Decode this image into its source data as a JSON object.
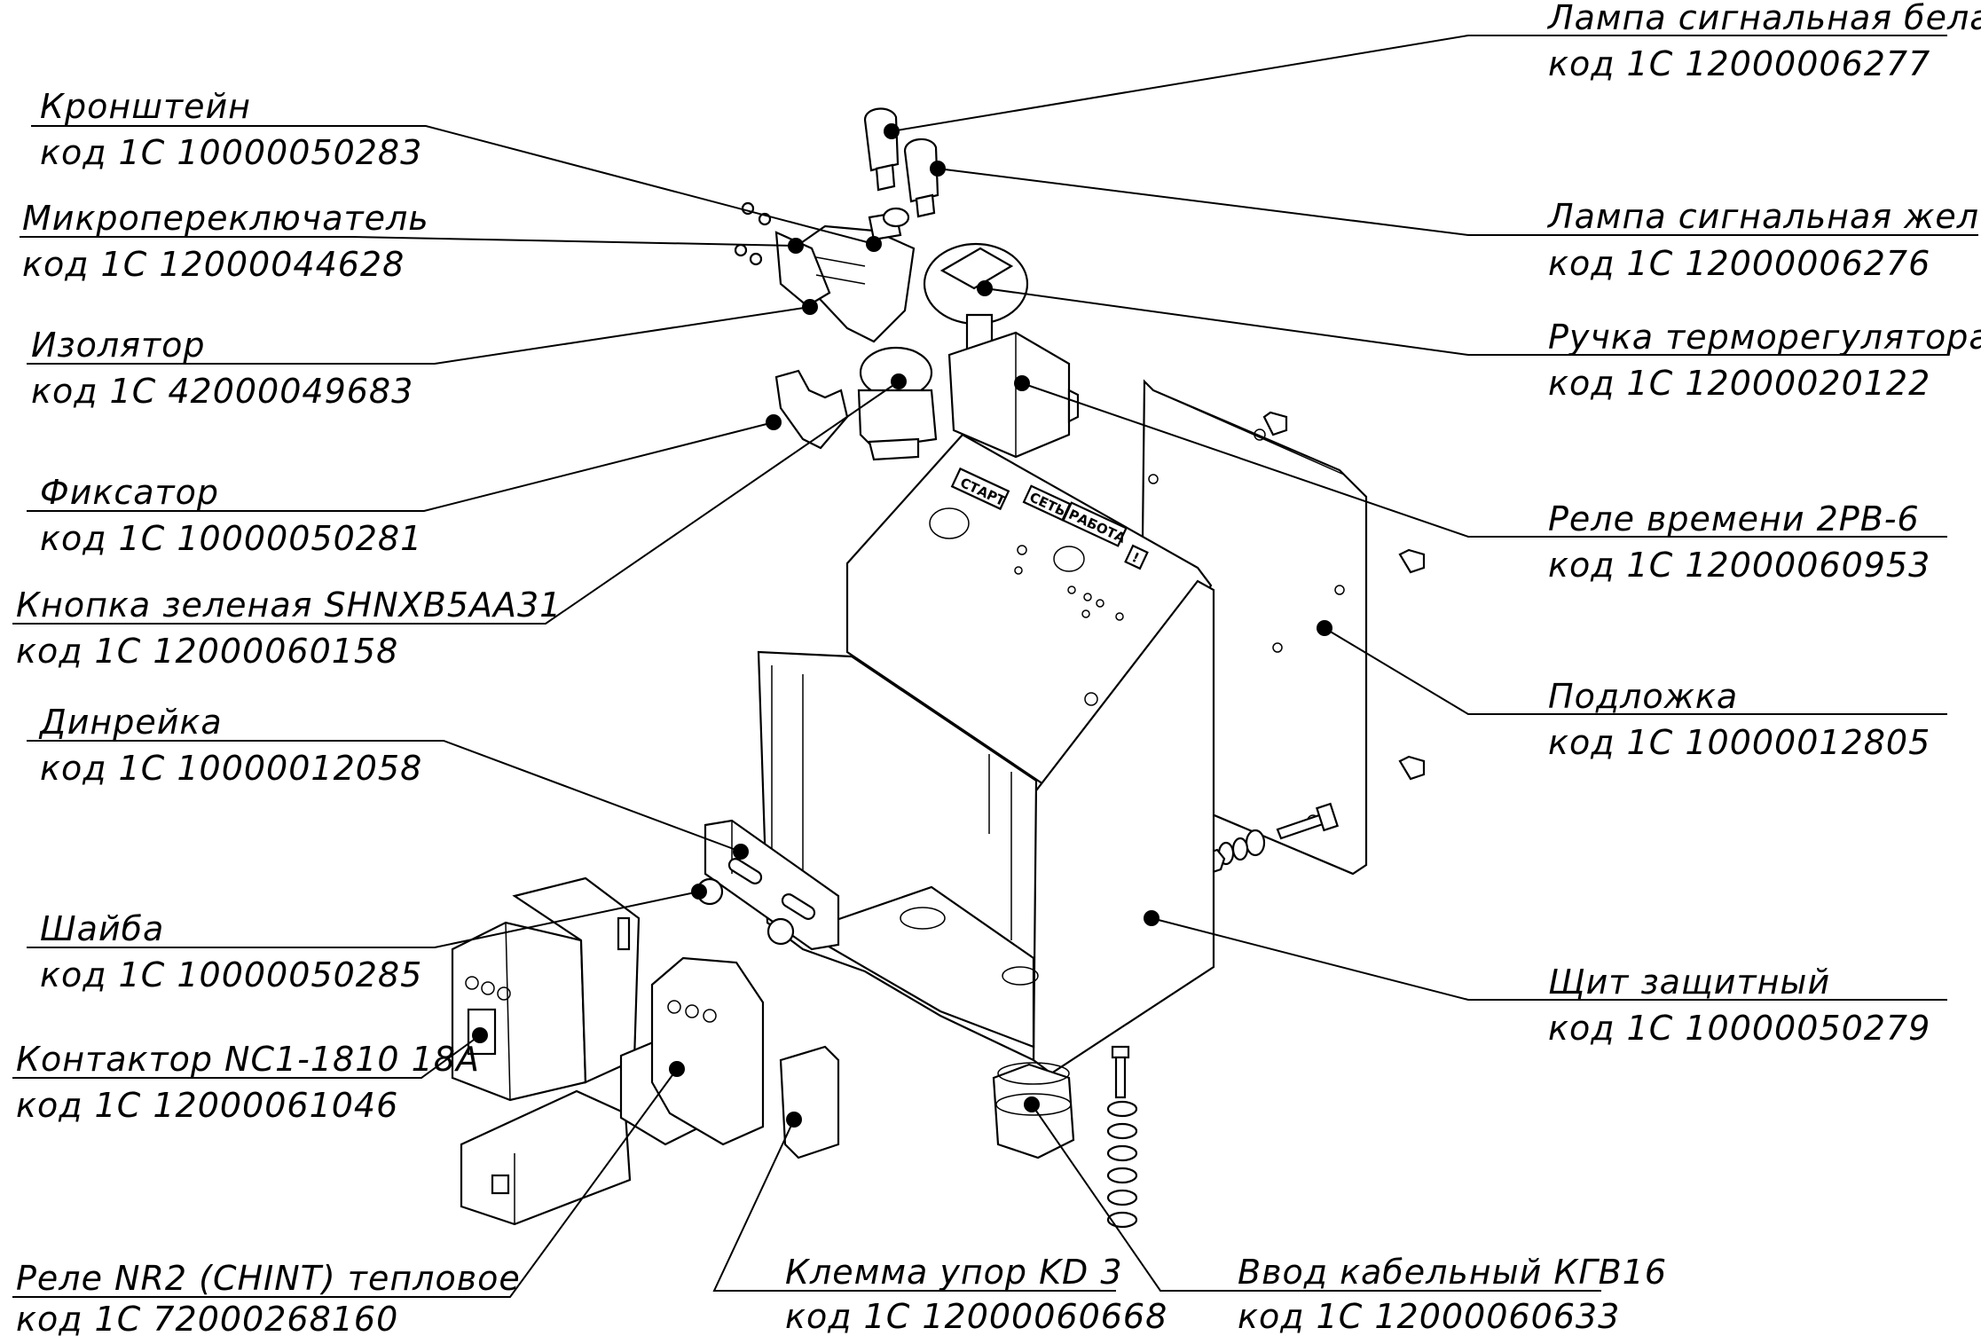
{
  "labels": [
    {
      "id": "lamp-white",
      "name": "Лампа сигнальная белая",
      "code": "код 1С 12000006277"
    },
    {
      "id": "bracket",
      "name": "Кронштейн",
      "code": "код 1С 10000050283"
    },
    {
      "id": "microswitch",
      "name": "Микропереключатель",
      "code": "код 1С 12000044628"
    },
    {
      "id": "lamp-yellow",
      "name": "Лампа сигнальная желтая",
      "code": "код 1С 12000006276"
    },
    {
      "id": "insulator",
      "name": "Изолятор",
      "code": "код 1С 42000049683"
    },
    {
      "id": "thermo-knob",
      "name": "Ручка терморегулятора",
      "code": "код 1С 12000020122"
    },
    {
      "id": "fixer",
      "name": "Фиксатор",
      "code": "код 1С 10000050281"
    },
    {
      "id": "time-relay",
      "name": "Реле времени 2РВ-6",
      "code": "код 1С 12000060953"
    },
    {
      "id": "green-button",
      "name": "Кнопка зеленая SHNXB5AA31",
      "code": "код 1С 12000060158"
    },
    {
      "id": "backplate",
      "name": "Подложка",
      "code": "код 1С 10000012805"
    },
    {
      "id": "din-rail",
      "name": "Динрейка",
      "code": "код 1С 10000012058"
    },
    {
      "id": "washer",
      "name": "Шайба",
      "code": "код 1С 10000050285"
    },
    {
      "id": "protective-shield",
      "name": "Щит защитный",
      "code": "код 1С 10000050279"
    },
    {
      "id": "contactor",
      "name": "Контактор  NC1-1810 18A",
      "code": "код 1С 12000061046"
    },
    {
      "id": "thermal-relay",
      "name": "Реле NR2 (CHINT) тепловое",
      "code": "код 1С 72000268160"
    },
    {
      "id": "terminal-stop",
      "name": "Клемма упор KD 3",
      "code": "код 1С 12000060668"
    },
    {
      "id": "cable-gland",
      "name": "Ввод кабельный КГВ16",
      "code": "код 1С 12000060633"
    }
  ],
  "panel_tags": {
    "start": "СТАРТ",
    "network": "СЕТЬ",
    "work": "РАБОТА",
    "warning": "!"
  }
}
